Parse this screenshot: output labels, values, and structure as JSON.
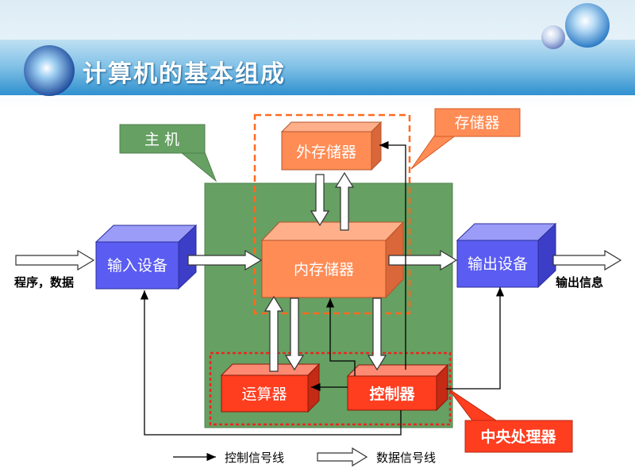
{
  "title": "计算机的基本组成",
  "labels": {
    "host": "主  机",
    "storage": "存储器",
    "cpu": "中央处理器"
  },
  "boxes": {
    "external_storage": "外存储器",
    "internal_storage": "内存储器",
    "input_device": "输入设备",
    "output_device": "输出设备",
    "alu": "运算器",
    "controller": "控制器"
  },
  "io": {
    "input": "程序，数据",
    "output": "输出信息"
  },
  "legend": {
    "control_line": "控制信号线",
    "data_line": "数据信号线"
  },
  "colors": {
    "host_green": "#66a063",
    "storage_orange": "#ff8c55",
    "cpu_red": "#ff3d1f",
    "device_blue": "#5a5cf2",
    "dashed_orange": "#ff6a1f",
    "dashed_red": "#e8261e"
  }
}
